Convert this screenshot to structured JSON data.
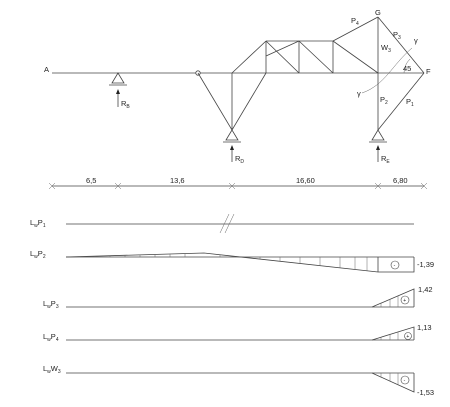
{
  "truss": {
    "node_labels": {
      "a": "A",
      "g": "G",
      "f": "F",
      "angle": "45",
      "gamma_left": "γ",
      "gamma_right": "γ"
    },
    "member_labels": {
      "p4": {
        "main": "P",
        "sub": "4"
      },
      "p3": {
        "main": "P",
        "sub": "3"
      },
      "w3": {
        "main": "W",
        "sub": "3"
      },
      "p2": {
        "main": "P",
        "sub": "2"
      },
      "p1": {
        "main": "P",
        "sub": "1"
      }
    },
    "reactions": [
      {
        "main": "R",
        "sub": "B"
      },
      {
        "main": "R",
        "sub": "D"
      },
      {
        "main": "R",
        "sub": "E"
      }
    ]
  },
  "dimensions": {
    "spans": [
      "6,5",
      "13,6",
      "16,60",
      "6,80"
    ]
  },
  "influence_lines": [
    {
      "main": "L",
      "sub": "w",
      "target": "P",
      "target_sub": "1",
      "values": []
    },
    {
      "main": "L",
      "sub": "w",
      "target": "P",
      "target_sub": "2",
      "values": [
        "-1,39"
      ],
      "sign": "-"
    },
    {
      "main": "L",
      "sub": "w",
      "target": "P",
      "target_sub": "3",
      "values": [
        "1,42"
      ],
      "sign": "+"
    },
    {
      "main": "L",
      "sub": "w",
      "target": "P",
      "target_sub": "4",
      "values": [
        "1,13"
      ],
      "sign": "+"
    },
    {
      "main": "L",
      "sub": "w",
      "target": "W",
      "target_sub": "3",
      "values": [
        "-1,53"
      ],
      "sign": "-"
    }
  ]
}
